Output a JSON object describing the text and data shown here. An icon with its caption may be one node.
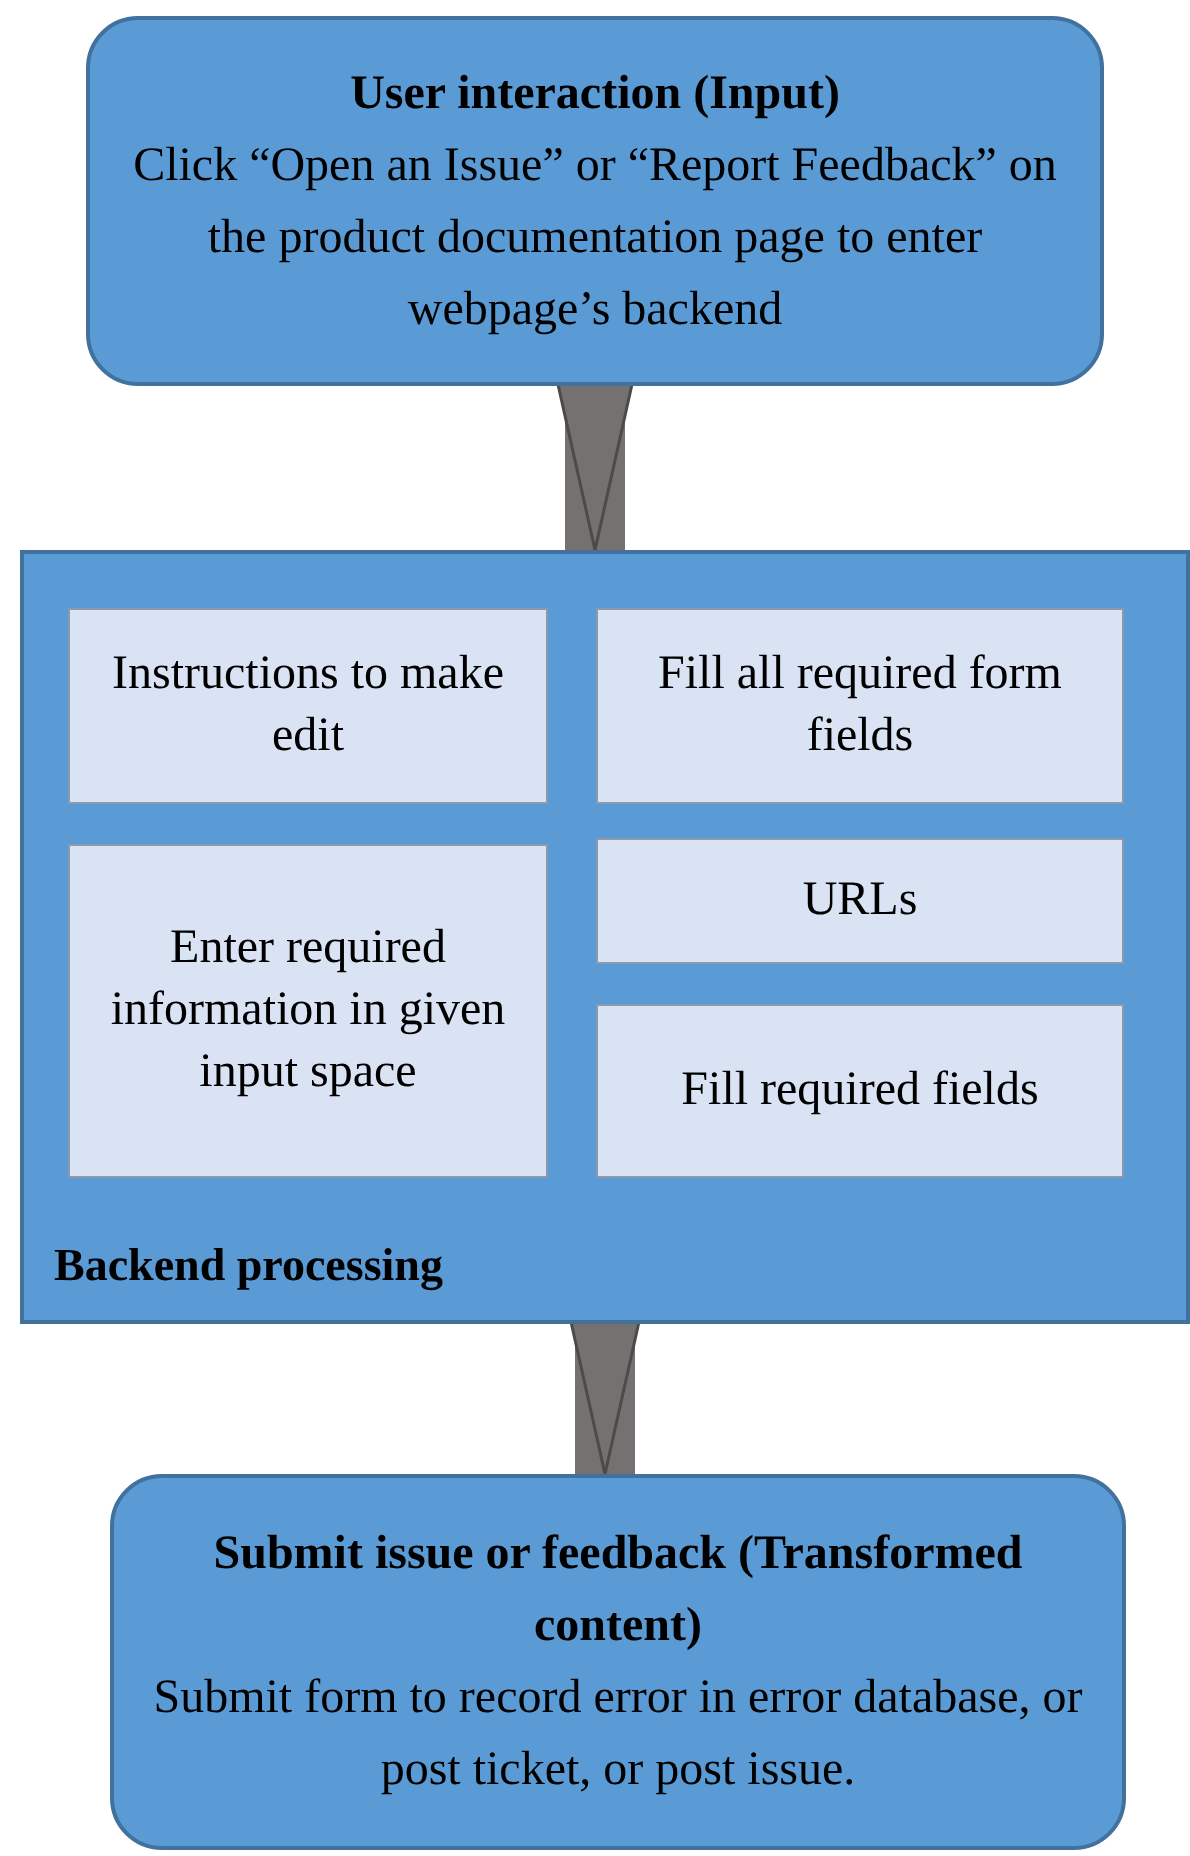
{
  "diagram": {
    "nodes": [
      {
        "text": [
          "User interaction (Input)",
          "Click “Open an Issue” or “Report Feedback” on the product documentation page to enter webpage’s backend"
        ]
      },
      {
        "text": [
          "Backend processing"
        ]
      },
      {
        "text": [
          "Instructions to make edit"
        ],
        "in": 1
      },
      {
        "text": [
          "Fill all required form fields"
        ],
        "in": 1
      },
      {
        "text": [
          "Enter required information in given input space"
        ],
        "in": 1
      },
      {
        "text": [
          "URLs"
        ],
        "in": 1
      },
      {
        "text": [
          "Fill required fields"
        ],
        "in": 1
      },
      {
        "text": [
          "Submit issue or feedback (Transformed content)",
          "Submit form to record error in error database, or post ticket, or post issue."
        ]
      }
    ],
    "edges": [
      {
        "from": 0,
        "to": 1,
        "arrow": "to"
      },
      {
        "from": 1,
        "to": 7,
        "arrow": "to"
      }
    ]
  }
}
